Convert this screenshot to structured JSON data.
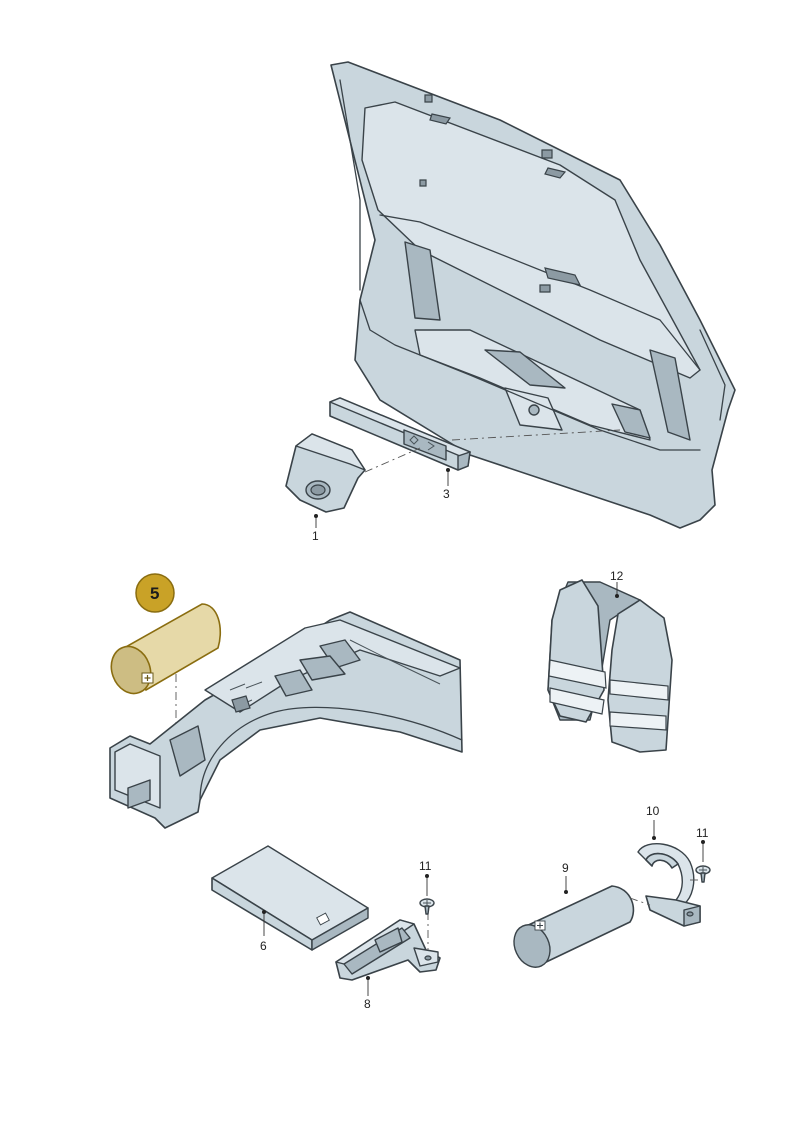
{
  "diagram": {
    "highlight_color": "#c9a227",
    "part_fill_color": "#c9d6dd",
    "outline_color": "#3a4349",
    "callouts": [
      {
        "id": "1",
        "label": "1"
      },
      {
        "id": "3",
        "label": "3"
      },
      {
        "id": "5",
        "label": "5",
        "highlighted": true
      },
      {
        "id": "6",
        "label": "6"
      },
      {
        "id": "8",
        "label": "8"
      },
      {
        "id": "9",
        "label": "9"
      },
      {
        "id": "10",
        "label": "10"
      },
      {
        "id": "11a",
        "label": "11"
      },
      {
        "id": "11b",
        "label": "11"
      },
      {
        "id": "12",
        "label": "12"
      }
    ],
    "parts": [
      {
        "name": "tailgate-lining",
        "icon": "tailgate-panel"
      },
      {
        "name": "cover-cap",
        "icon": "cover-cap",
        "callout": "1"
      },
      {
        "name": "warning-triangle-holder",
        "icon": "bar-holder",
        "callout": "3"
      },
      {
        "name": "first-aid-kit-cylinder",
        "icon": "cylinder",
        "callout": "5"
      },
      {
        "name": "luggage-compartment-trim",
        "icon": "trim-panel"
      },
      {
        "name": "first-aid-box",
        "icon": "flat-box",
        "callout": "6"
      },
      {
        "name": "holder-bracket",
        "icon": "bracket",
        "callout": "8"
      },
      {
        "name": "first-aid-cylinder",
        "icon": "cylinder",
        "callout": "9"
      },
      {
        "name": "retaining-strap",
        "icon": "strap-clamp",
        "callout": "10"
      },
      {
        "name": "screw",
        "icon": "screw",
        "callout": "11"
      },
      {
        "name": "safety-vest",
        "icon": "vest",
        "callout": "12"
      }
    ]
  }
}
